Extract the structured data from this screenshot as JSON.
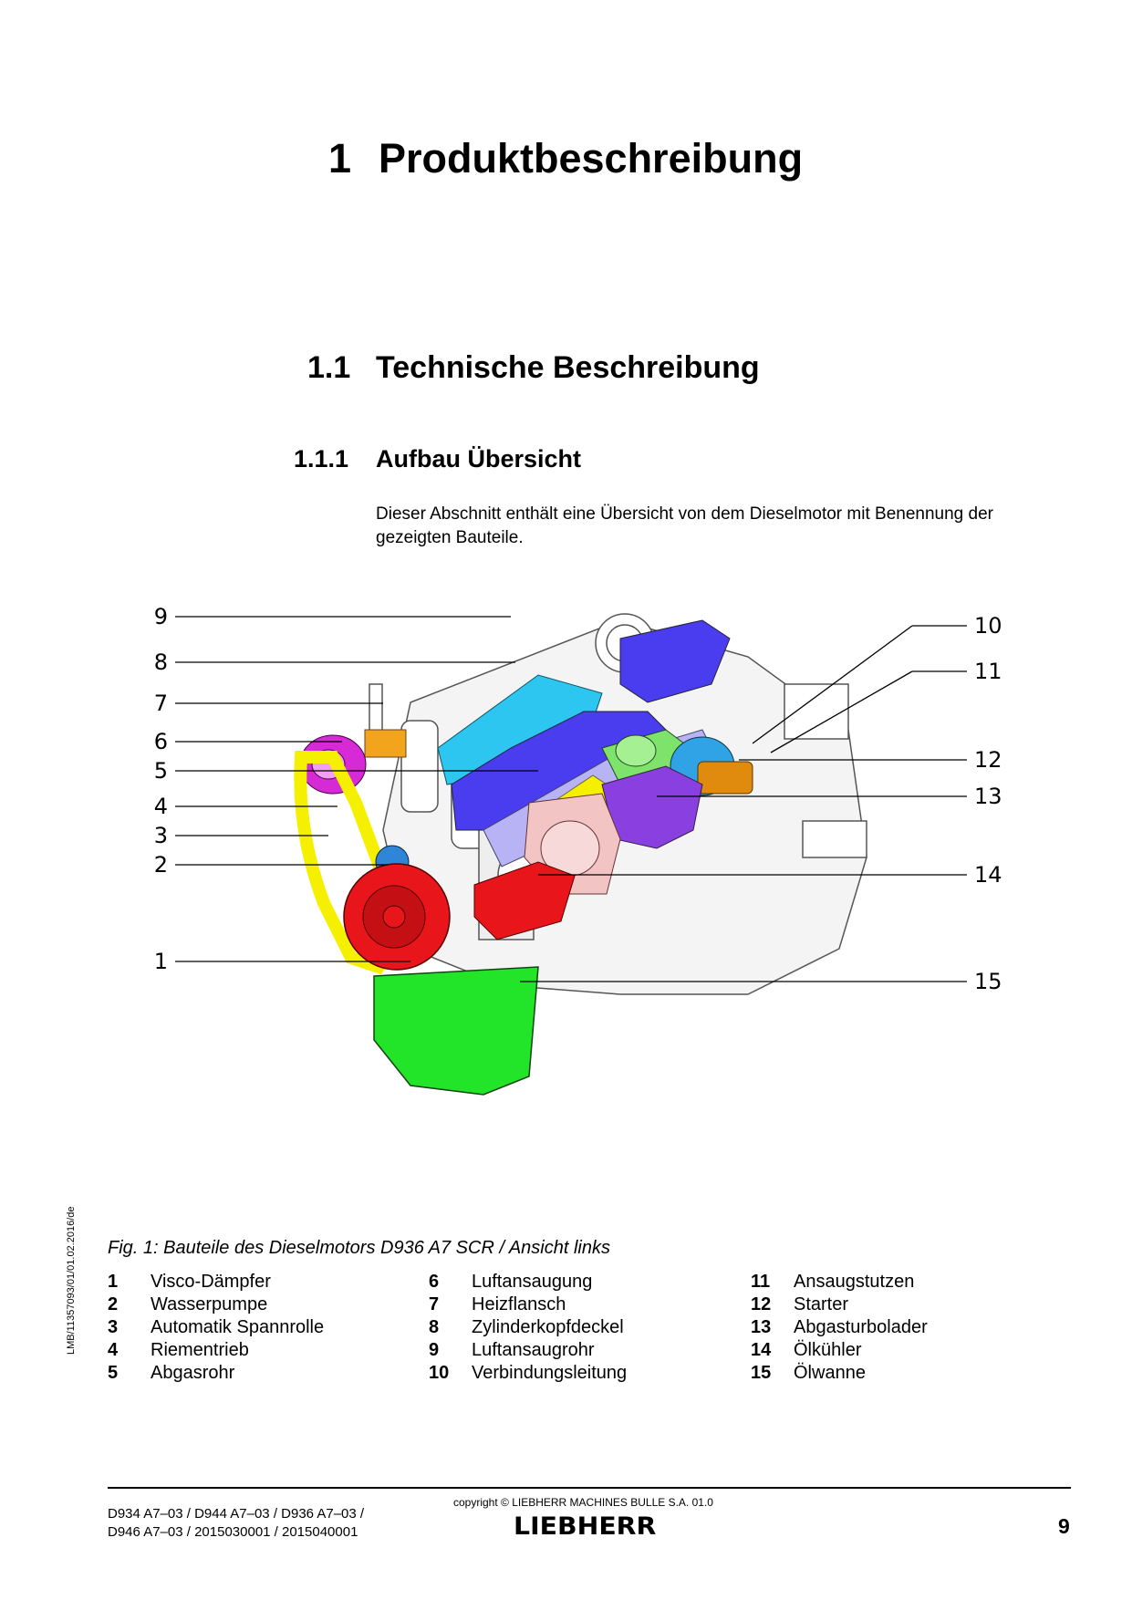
{
  "heading1": {
    "number": "1",
    "title": "Produktbeschreibung"
  },
  "heading2": {
    "number": "1.1",
    "title": "Technische Beschreibung"
  },
  "heading3": {
    "number": "1.1.1",
    "title": "Aufbau Übersicht"
  },
  "intro_text": "Dieser Abschnitt enthält eine Übersicht von dem Dieselmotor mit Benennung der gezeigten Bauteile.",
  "side_code": "LMB/11357093/01/01.02.2016/de",
  "figure": {
    "callouts": [
      "1",
      "2",
      "3",
      "4",
      "5",
      "6",
      "7",
      "8",
      "9",
      "10",
      "11",
      "12",
      "13",
      "14",
      "15"
    ],
    "part_colors": {
      "visco_daempfer": "#e8151b",
      "riemen": "#f5f000",
      "luftansaugung": "#d62ad6",
      "heizflansch": "#f2a41d",
      "zylinderkopfdeckel": "#4a3df0",
      "luftansaugrohr": "#2cc6f0",
      "abgasrohr": "#b8b3f5",
      "ansaugstutzen": "#7de36a",
      "starter": "#e08a0e",
      "abgasturbolader": "#8a3fe0",
      "oelkuehler": "#e8151b",
      "oelwanne": "#22e52a",
      "wasserpumpe": "#2f86d6"
    }
  },
  "caption": "Fig. 1: Bauteile des Dieselmotors D936 A7 SCR / Ansicht links",
  "legend": [
    [
      {
        "n": "1",
        "label": "Visco-Dämpfer"
      },
      {
        "n": "2",
        "label": "Wasserpumpe"
      },
      {
        "n": "3",
        "label": "Automatik Spannrolle"
      },
      {
        "n": "4",
        "label": "Riementrieb"
      },
      {
        "n": "5",
        "label": "Abgasrohr"
      }
    ],
    [
      {
        "n": "6",
        "label": "Luftansaugung"
      },
      {
        "n": "7",
        "label": "Heizflansch"
      },
      {
        "n": "8",
        "label": "Zylinderkopfdeckel"
      },
      {
        "n": "9",
        "label": "Luftansaugrohr"
      },
      {
        "n": "10",
        "label": "Verbindungsleitung"
      }
    ],
    [
      {
        "n": "11",
        "label": "Ansaugstutzen"
      },
      {
        "n": "12",
        "label": "Starter"
      },
      {
        "n": "13",
        "label": "Abgasturbolader"
      },
      {
        "n": "14",
        "label": "Ölkühler"
      },
      {
        "n": "15",
        "label": "Ölwanne"
      }
    ]
  ],
  "footer": {
    "models_line1": "D934 A7–03 / D944 A7–03 / D936 A7–03 /",
    "models_line2": "D946 A7–03 / 2015030001 / 2015040001",
    "copyright": "copyright © LIEBHERR MACHINES BULLE S.A. 01.0",
    "logo": "LIEBHERR",
    "page_number": "9"
  }
}
